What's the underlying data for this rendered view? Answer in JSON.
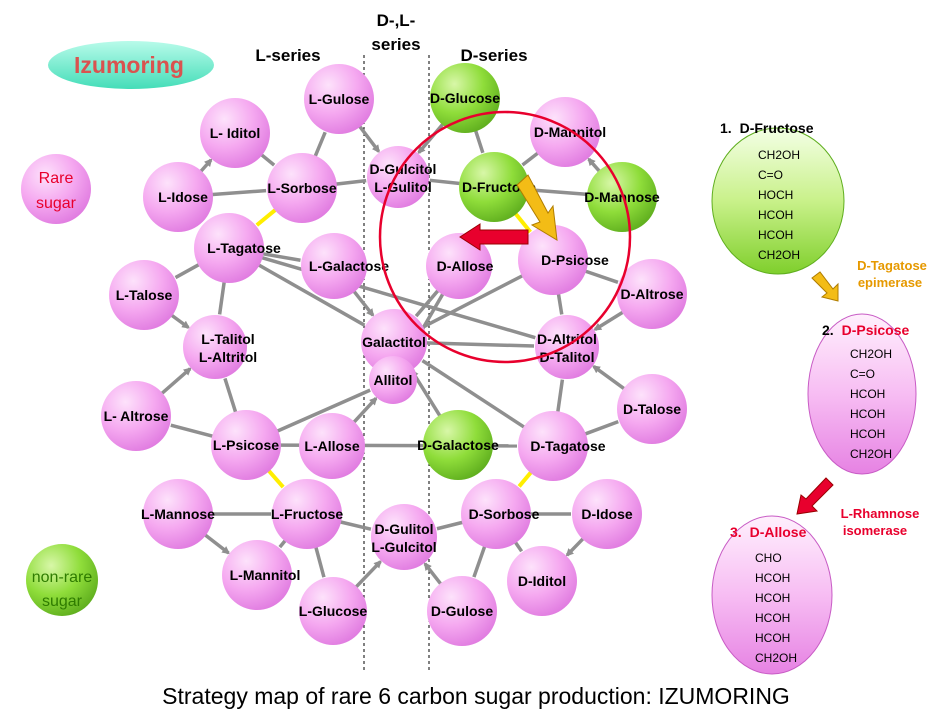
{
  "badge": {
    "label": "Izumoring",
    "text_color": "#d9534f"
  },
  "legend": {
    "rare": {
      "line1": "Rare",
      "line2": "sugar",
      "text_color": "#e8002d"
    },
    "non_rare": {
      "line1": "non-rare",
      "line2": "sugar",
      "text_color": "#3b8e00"
    }
  },
  "series": {
    "l": "L-series",
    "dl_line1": "D-,L-",
    "dl_line2": "series",
    "d": "D-series"
  },
  "nodes": {
    "l_gulose": "L-Gulose",
    "l_iditol": "L- Iditol",
    "l_idose": "L-Idose",
    "l_sorbose": "L-Sorbose",
    "d_gulcitol_line1": "D-Gulcitol",
    "d_gulcitol_line2": "L-Gulitol",
    "d_glucose": "D-Glucose",
    "d_mannitol": "D-Mannitol",
    "d_fructose": "D-Fructose",
    "d_mannose": "D-Mannose",
    "l_tagatose": "L-Tagatose",
    "l_galactose": "L-Galactose",
    "d_allose": "D-Allose",
    "d_psicose": "D-Psicose",
    "l_talose": "L-Talose",
    "d_altrose": "D-Altrose",
    "l_talitol_line1": "L-Talitol",
    "l_talitol_line2": "L-Altritol",
    "galactitol": "Galactitol",
    "d_altritol_line1": "D-Altritol",
    "d_altritol_line2": "D-Talitol",
    "allitol": "Allitol",
    "l_altrose": "L- Altrose",
    "d_talose": "D-Talose",
    "l_psicose": "L-Psicose",
    "l_allose": "L-Allose",
    "d_galactose": "D-Galactose",
    "d_tagatose": "D-Tagatose",
    "l_mannose": "L-Mannose",
    "l_fructose": "L-Fructose",
    "d_gulitol_line1": "D-Gulitol",
    "d_gulitol_line2": "L-Gulcitol",
    "d_sorbose": "D-Sorbose",
    "d_idose": "D-Idose",
    "l_mannitol": "L-Mannitol",
    "d_iditol": "D-Iditol",
    "l_glucose": "L-Glucose",
    "d_gulose": "D-Gulose"
  },
  "structures": {
    "s1": {
      "number": "1.",
      "name": "D-Fructose",
      "lines": [
        "CH2OH",
        "C=O",
        "HOCH",
        "HCOH",
        "HCOH",
        "CH2OH"
      ]
    },
    "s2": {
      "number": "2.",
      "name": "D-Psicose",
      "lines": [
        "CH2OH",
        "C=O",
        "HCOH",
        "HCOH",
        "HCOH",
        "CH2OH"
      ]
    },
    "s3": {
      "number": "3.",
      "name": "D-Allose",
      "lines": [
        "CHO",
        "HCOH",
        "HCOH",
        "HCOH",
        "HCOH",
        "CH2OH"
      ]
    }
  },
  "enzymes": {
    "e1_line1": "D-Tagatose",
    "e1_line2": "epimerase",
    "e1_color": "#e69900",
    "e2_line1": "L-Rhamnose",
    "e2_line2": "isomerase",
    "e2_color": "#e8002d"
  },
  "colors": {
    "rare_fill": "#f5a8f0",
    "non_rare_fill": "#88dd33",
    "edge": "#8f8f8f",
    "yellow_edge": "#ffee00",
    "highlight_circle": "#e8002d",
    "red_label": "#e8002d"
  },
  "caption": "Strategy map of rare 6 carbon sugar production: IZUMORING"
}
